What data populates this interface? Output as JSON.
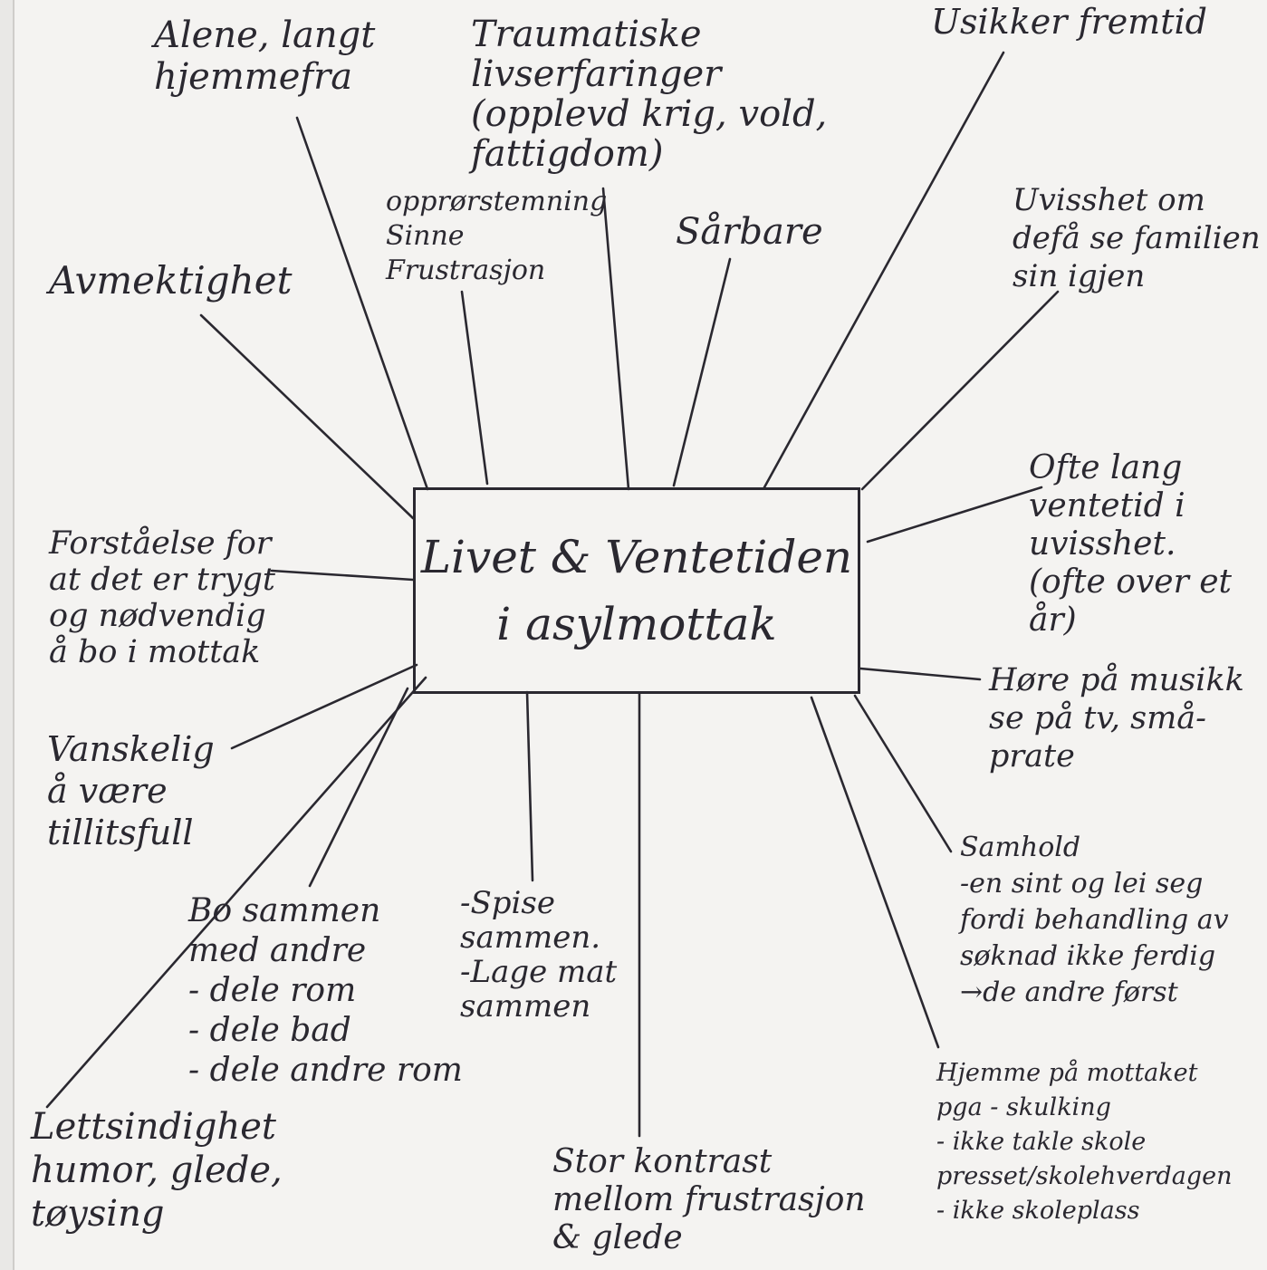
{
  "center": {
    "title": "Livet & Ventetiden\ni asylmottak"
  },
  "notes": {
    "alene": "Alene, langt\nhjemmefra",
    "traumatiske": "Traumatiske\nlivserfaringer\n(opplevd krig, vold,\nfattigdom)",
    "usikker": "Usikker fremtid",
    "uvisshet_familie": "Uvisshet om\ndefå se familien\nsin igjen",
    "opprorsstemning": "opprørstemning\nSinne\nFrustrasjon",
    "sarbare": "Sårbare",
    "avmektighet": "Avmektighet",
    "ventetid": "Ofte lang\nventetid i\nuvisshet.\n(ofte over et\når)",
    "forstaelse": "Forståelse for\nat det er trygt\nog nødvendig\nå bo i mottak",
    "hore_musikk": "Høre på musikk\nse på tv, små-\nprate",
    "vanskelig": "Vanskelig\nå være\ntillitsfull",
    "samhold": "Samhold\n-en sint og lei seg\nfordi behandling av\nsøknad ikke ferdig\n→de andre først",
    "bo_sammen": "Bo sammen\nmed andre\n- dele rom\n- dele bad\n- dele andre rom",
    "spise": "-Spise\nsammen.\n-Lage mat\nsammen",
    "hjemme": "Hjemme på mottaket\npga - skulking\n- ikke takle skole\npresset/skolehverdagen\n- ikke skoleplass",
    "lettsindighet": "Lettsindighet\nhumor, glede,\ntøysing",
    "kontrast": "Stor kontrast\nmellom frustrasjon\n& glede"
  }
}
